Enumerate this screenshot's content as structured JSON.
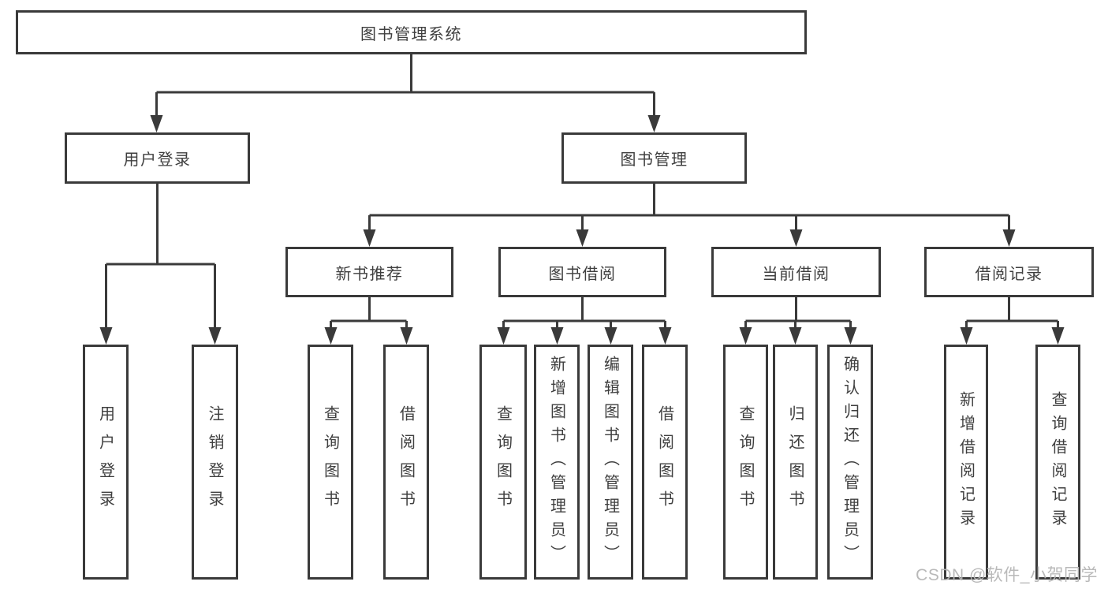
{
  "tree": {
    "root": {
      "label": "图书管理系统",
      "children": [
        {
          "label": "用户登录",
          "children": [
            {
              "label": "用户登录"
            },
            {
              "label": "注销登录"
            }
          ]
        },
        {
          "label": "图书管理",
          "children": [
            {
              "label": "新书推荐",
              "children": [
                {
                  "label": "查询图书"
                },
                {
                  "label": "借阅图书"
                }
              ]
            },
            {
              "label": "图书借阅",
              "children": [
                {
                  "label": "查询图书"
                },
                {
                  "label": "新增图书（管理员）"
                },
                {
                  "label": "编辑图书（管理员）"
                },
                {
                  "label": "借阅图书"
                }
              ]
            },
            {
              "label": "当前借阅",
              "children": [
                {
                  "label": "查询图书"
                },
                {
                  "label": "归还图书"
                },
                {
                  "label": "确认归还（管理员）"
                }
              ]
            },
            {
              "label": "借阅记录",
              "children": [
                {
                  "label": "新增借阅记录"
                },
                {
                  "label": "查询借阅记录"
                }
              ]
            }
          ]
        }
      ]
    }
  },
  "watermark": {
    "text": "CSDN @软件_小贺同学",
    "color": "#b6b6b6"
  },
  "colors": {
    "line": "#3a3a3a",
    "box_border": "#3a3a3a",
    "box_fill": "#ffffff",
    "text": "#3f3f3f",
    "background": "#ffffff"
  }
}
